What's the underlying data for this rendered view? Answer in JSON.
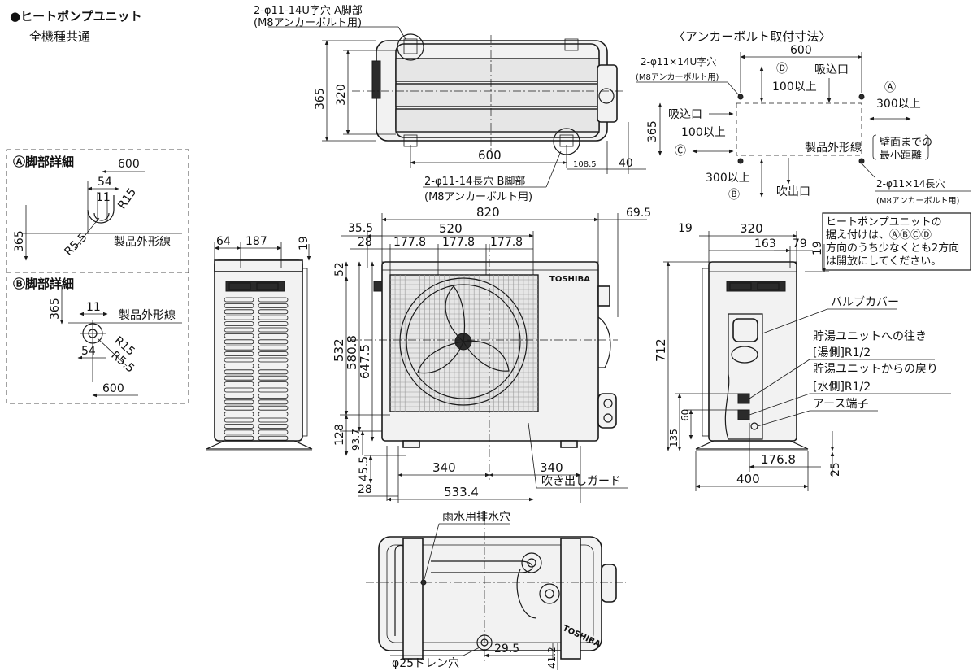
{
  "title": "●ヒートポンプユニット",
  "subtitle": "全機種共通",
  "top_view": {
    "hole_a": "2-φ11-14U字穴 A脚部",
    "hole_a_bolt": "(M8アンカーボルト用)",
    "hole_b": "2-φ11-14長穴 B脚部",
    "hole_b_bolt": "(M8アンカーボルト用)",
    "dim_365": "365",
    "dim_320": "320",
    "dim_600": "600",
    "dim_108_5": "108.5",
    "dim_40": "40"
  },
  "anchor": {
    "title": "〈アンカーボルト取付寸法〉",
    "dim_600": "600",
    "hole_u": "2-φ11×14U字穴",
    "hole_u_bolt": "(M8アンカーボルト用)",
    "mark_d": "Ⓓ",
    "intake_top": "吸込口",
    "d_min": "100以上",
    "mark_a": "Ⓐ",
    "a_min": "300以上",
    "intake_left": "吸込口",
    "dim_365": "365",
    "c_min": "100以上",
    "mark_c": "Ⓒ",
    "product_outline": "製品外形線",
    "wall_line1": "壁面までの",
    "wall_line2": "最小距離",
    "b_min": "300以上",
    "mark_b": "Ⓑ",
    "outlet": "吹出口",
    "hole_long": "2-φ11×14長穴",
    "hole_long_bolt": "(M8アンカーボルト用)"
  },
  "detail_a": {
    "title": "Ⓐ脚部詳細",
    "dim_600": "600",
    "dim_54": "54",
    "dim_11": "11",
    "r15": "R15",
    "r5_5": "R5.5",
    "dim_365": "365",
    "outline": "製品外形線"
  },
  "detail_b": {
    "title": "Ⓑ脚部詳細",
    "dim_365": "365",
    "dim_11": "11",
    "outline": "製品外形線",
    "dim_54": "54",
    "r15": "R15",
    "r5_5": "R5.5",
    "dim_600": "600"
  },
  "left_view": {
    "dim_64": "64",
    "dim_187": "187",
    "dim_19": "19"
  },
  "front_view": {
    "dim_820": "820",
    "dim_69_5": "69.5",
    "dim_35_5": "35.5",
    "dim_520": "520",
    "dim_28_top": "28",
    "dim_177_8_a": "177.8",
    "dim_177_8_b": "177.8",
    "dim_177_8_c": "177.8",
    "dim_52": "52",
    "dim_532": "532",
    "dim_580_8": "580.8",
    "dim_647_5": "647.5",
    "dim_128": "128",
    "dim_93_7": "93.7",
    "dim_45_5": "45.5",
    "dim_28_bottom": "28",
    "dim_340_a": "340",
    "dim_340_b": "340",
    "dim_533_4": "533.4",
    "guard": "吹き出しガード",
    "brand": "TOSHIBA"
  },
  "right_view": {
    "dim_19_top": "19",
    "dim_320": "320",
    "dim_163": "163",
    "dim_79": "79",
    "dim_19_side": "19",
    "dim_712": "712",
    "dim_135": "135",
    "dim_60": "60",
    "dim_176_8": "176.8",
    "dim_400": "400",
    "dim_25": "25",
    "note_line1": "ヒートポンプユニットの",
    "note_line2": "据え付けは、ⒶⒷⒸⒹ",
    "note_line3": "方向のうち少なくとも2方向",
    "note_line4": "は開放にしてください。",
    "valve_cover": "バルブカバー",
    "to_tank": "貯湯ユニットへの往き",
    "hot_side": "[湯側]R1/2",
    "from_tank": "貯湯ユニットからの戻り",
    "water_side": "[水側]R1/2",
    "earth": "アース端子"
  },
  "bottom_view": {
    "drain_rain": "雨水用排水穴",
    "drain_hole": "φ25ドレン穴",
    "dim_29_5": "29.5",
    "dim_41_2": "41.2",
    "brand": "TOSHIBA"
  }
}
